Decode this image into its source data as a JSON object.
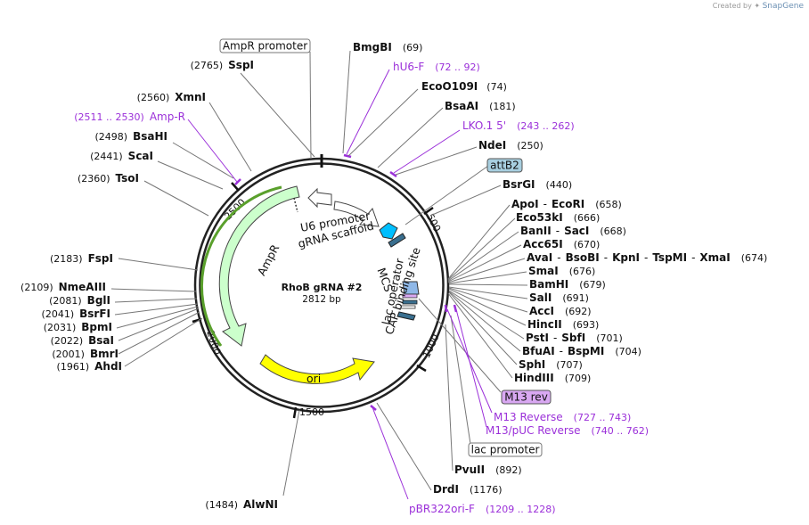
{
  "header": {
    "credit_prefix": "Created by",
    "brand": "SnapGene"
  },
  "plasmid": {
    "name": "RhoB gRNA #2",
    "size": "2812 bp"
  },
  "scale": [
    "500",
    "1000",
    "1500",
    "2000",
    "2500"
  ],
  "features": {
    "u6_promoter": "U6 promoter",
    "grna_scaffold": "gRNA scaffold",
    "ampr": "AmpR",
    "mcs": "MCS",
    "lac_operator": "lac operator",
    "cap_site": "CAP binding site",
    "ori": "ori"
  },
  "boxed": {
    "ampr_promoter": "AmpR promoter",
    "attb2": "attB2",
    "m13_rev": "M13 rev",
    "lac_promoter": "lac promoter"
  },
  "sites": {
    "sspi": {
      "name": "SspI",
      "pos": "(2765)"
    },
    "xmni": {
      "name": "XmnI",
      "pos": "(2560)"
    },
    "ampr_primer": {
      "name": "Amp-R",
      "pos": "(2511 .. 2530)"
    },
    "bsahi": {
      "name": "BsaHI",
      "pos": "(2498)"
    },
    "scai": {
      "name": "ScaI",
      "pos": "(2441)"
    },
    "tsoi": {
      "name": "TsoI",
      "pos": "(2360)"
    },
    "fspi": {
      "name": "FspI",
      "pos": "(2183)"
    },
    "nmeaiii": {
      "name": "NmeAIII",
      "pos": "(2109)"
    },
    "bgli": {
      "name": "BglI",
      "pos": "(2081)"
    },
    "bsrfi": {
      "name": "BsrFI",
      "pos": "(2041)"
    },
    "bpmi": {
      "name": "BpmI",
      "pos": "(2031)"
    },
    "bsai": {
      "name": "BsaI",
      "pos": "(2022)"
    },
    "bmri": {
      "name": "BmrI",
      "pos": "(2001)"
    },
    "ahdi": {
      "name": "AhdI",
      "pos": "(1961)"
    },
    "alwni": {
      "name": "AlwNI",
      "pos": "(1484)"
    },
    "bmgbi": {
      "name": "BmgBI",
      "pos": "(69)"
    },
    "hu6f": {
      "name": "hU6-F",
      "pos": "(72 .. 92)"
    },
    "eco0109i": {
      "name": "EcoO109I",
      "pos": "(74)"
    },
    "bsaai": {
      "name": "BsaAI",
      "pos": "(181)"
    },
    "lko1": {
      "name": "LKO.1 5'",
      "pos": "(243 .. 262)"
    },
    "ndei": {
      "name": "NdeI",
      "pos": "(250)"
    },
    "bsrgi": {
      "name": "BsrGI",
      "pos": "(440)"
    },
    "apoi": {
      "name": "ApoI",
      "sep": "-",
      "name2": "EcoRI",
      "pos": "(658)"
    },
    "eco53ki": {
      "name": "Eco53kI",
      "pos": "(666)"
    },
    "banii": {
      "name": "BanII",
      "sep": "-",
      "name2": "SacI",
      "pos": "(668)"
    },
    "acc65i": {
      "name": "Acc65I",
      "pos": "(670)"
    },
    "avai": {
      "name": "AvaI",
      "sep": "-",
      "name2": "BsoBI",
      "sep2": "-",
      "name3": "KpnI",
      "sep3": "-",
      "name4": "TspMI",
      "sep4": "-",
      "name5": "XmaI",
      "pos": "(674)"
    },
    "smai": {
      "name": "SmaI",
      "pos": "(676)"
    },
    "bamhi": {
      "name": "BamHI",
      "pos": "(679)"
    },
    "sali": {
      "name": "SalI",
      "pos": "(691)"
    },
    "acci": {
      "name": "AccI",
      "pos": "(692)"
    },
    "hincii": {
      "name": "HincII",
      "pos": "(693)"
    },
    "psti": {
      "name": "PstI",
      "sep": "-",
      "name2": "SbfI",
      "pos": "(701)"
    },
    "bfuai": {
      "name": "BfuAI",
      "sep": "-",
      "name2": "BspMI",
      "pos": "(704)"
    },
    "sphi": {
      "name": "SphI",
      "pos": "(707)"
    },
    "hindiii": {
      "name": "HindIII",
      "pos": "(709)"
    },
    "m13reverse": {
      "name": "M13 Reverse",
      "pos": "(727 .. 743)"
    },
    "m13puc": {
      "name": "M13/pUC Reverse",
      "pos": "(740 .. 762)"
    },
    "pvuii": {
      "name": "PvuII",
      "pos": "(892)"
    },
    "drdi": {
      "name": "DrdI",
      "pos": "(1176)"
    },
    "pbr322": {
      "name": "pBR322ori-F",
      "pos": "(1209 .. 1228)"
    }
  },
  "colors": {
    "backbone": "#222222",
    "primer": "#9b30d9",
    "ampr_fill": "#ccffcc",
    "ampr_marker": "#5aa02c",
    "ori_fill": "#ffff00",
    "attb2_fill": "#a8cfe0",
    "m13rev_fill": "#d9a8f2",
    "u6_fill": "#ffffff",
    "lac_op_fill": "#3a6f8f",
    "mcs_fill": "#8fb8e8"
  }
}
